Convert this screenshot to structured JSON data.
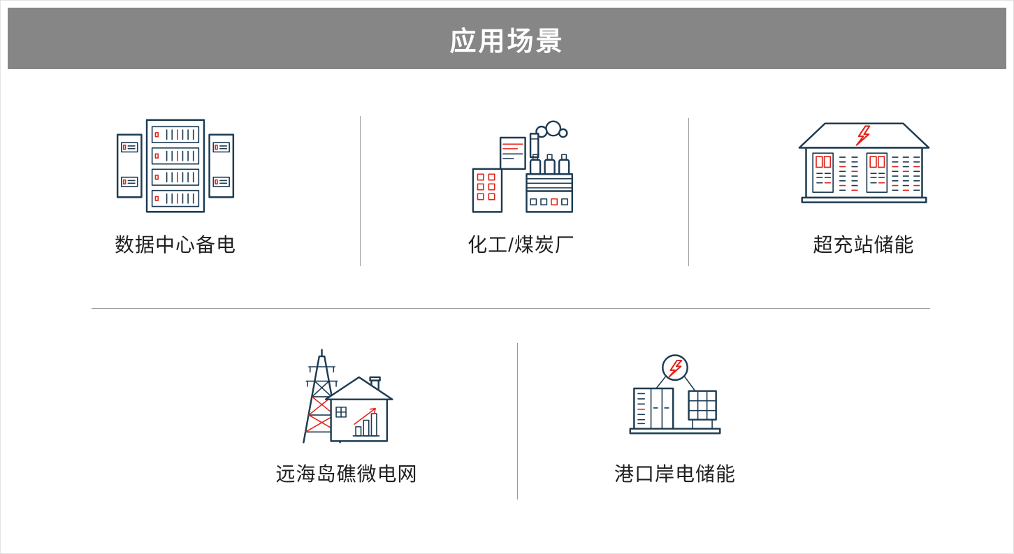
{
  "header": {
    "title": "应用场景"
  },
  "colors": {
    "line": "#1d3b52",
    "accent": "#e2231a",
    "divider": "#9b9b9b",
    "label": "#1f1f1f",
    "header-bg": "#868686",
    "header-text": "#ffffff"
  },
  "scenarios": [
    {
      "label": "数据中心备电",
      "icon": "data-center-icon"
    },
    {
      "label": "化工/煤炭厂",
      "icon": "factory-icon"
    },
    {
      "label": "超充站储能",
      "icon": "charging-station-icon"
    },
    {
      "label": "远海岛礁微电网",
      "icon": "island-microgrid-icon"
    },
    {
      "label": "港口岸电储能",
      "icon": "port-shore-power-icon"
    }
  ]
}
